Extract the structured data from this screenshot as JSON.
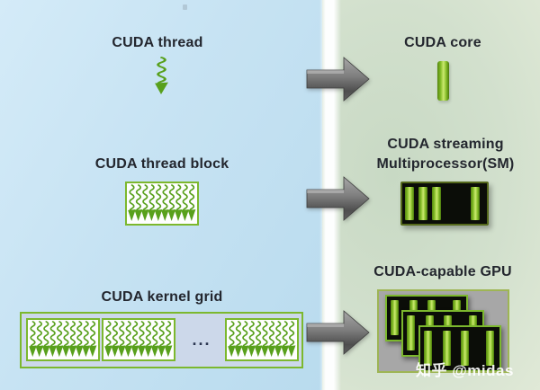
{
  "colors": {
    "left_background": "#c7e3f3",
    "right_background": "#d2e0cd",
    "divider_strip": "#ffffff",
    "nvidia_green": "#76b900",
    "thread_green": "#58a01c",
    "box_border_green": "#7cb82e",
    "sm_chip_black": "#0b0d08",
    "gpu_gray": "#a7a7a7",
    "kernel_grid_fill": "#ccd8ea",
    "arrow_gray": "#6e6e6e",
    "text": "#23262e"
  },
  "left_column": {
    "thread": {
      "label": "CUDA thread",
      "icon": "thread-squiggle-icon"
    },
    "block": {
      "label": "CUDA thread block",
      "icon": "thread-block-box-icon"
    },
    "grid": {
      "label": "CUDA kernel grid",
      "ellipsis": "...",
      "icon": "kernel-grid-box-icon"
    }
  },
  "right_column": {
    "core": {
      "label": "CUDA core",
      "icon": "core-bar-icon"
    },
    "sm": {
      "label_line1": "CUDA streaming",
      "label_line2": "Multiprocessor(SM)",
      "icon": "sm-chip-icon"
    },
    "gpu": {
      "label": "CUDA-capable GPU",
      "icon": "gpu-stack-icon"
    }
  },
  "arrows": [
    {
      "name": "thread-to-core",
      "direction": "right"
    },
    {
      "name": "block-to-sm",
      "direction": "right"
    },
    {
      "name": "grid-to-gpu",
      "direction": "right"
    }
  ],
  "watermark": "知乎 @midas"
}
